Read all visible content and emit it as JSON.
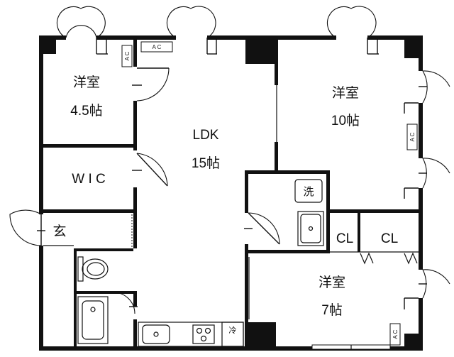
{
  "rooms": {
    "western_small": {
      "name": "洋室",
      "size": "4.5帖"
    },
    "ldk": {
      "name": "LDK",
      "size": "15帖"
    },
    "western_large": {
      "name": "洋室",
      "size": "10帖"
    },
    "wic": {
      "name": "W I C"
    },
    "entrance": {
      "name": "玄"
    },
    "western_mid": {
      "name": "洋室",
      "size": "7帖"
    },
    "closet_1": {
      "name": "CL"
    },
    "closet_2": {
      "name": "CL"
    }
  },
  "fixtures": {
    "washer": "洗",
    "fridge": "冷",
    "ac_mark": "A C"
  }
}
